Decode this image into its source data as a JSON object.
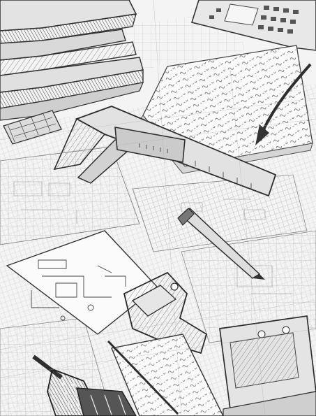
{
  "image": {
    "kind": "pencil-sketch",
    "palette": {
      "paper": "#f7f7f7",
      "lead_dark": "#2e2e2e",
      "lead_mid": "#6e6e6e",
      "lead_light": "#b5b5b5"
    },
    "objects": [
      "stack-of-books",
      "calculator",
      "keyboard-fragment",
      "handwritten-notes-sheet",
      "pen",
      "vernier-caliper",
      "scattered-graph-paper",
      "circuit-schematic-sheet",
      "pencil",
      "metal-bracket",
      "clipboard-notes",
      "electronic-device",
      "screwdriver"
    ]
  }
}
